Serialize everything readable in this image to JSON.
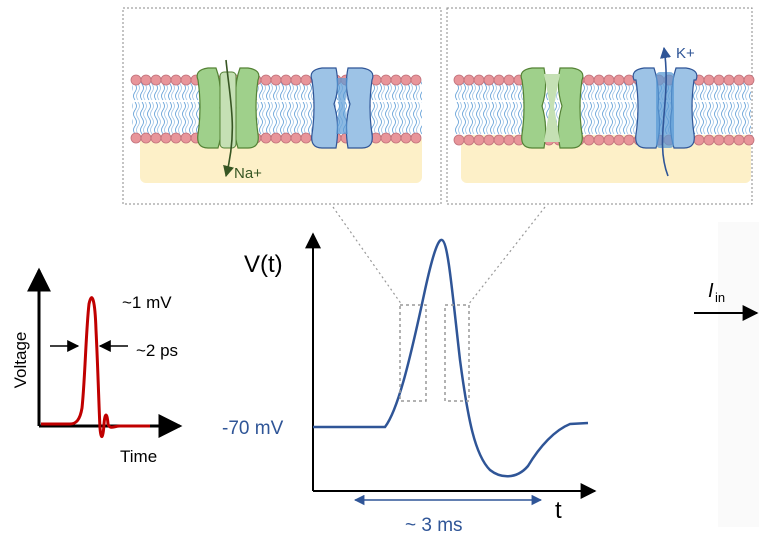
{
  "small_plot": {
    "ylabel": "Voltage",
    "xlabel": "Time",
    "amplitude_label": "~1 mV",
    "width_label": "~2 ps",
    "trace_color": "#c00000"
  },
  "main_plot": {
    "ylabel": "V(t)",
    "xlabel": "t",
    "rest_label": "-70 mV",
    "duration_label": "~ 3 ms",
    "trace_color": "#2f5597"
  },
  "membrane_left": {
    "ion_label": "Na+",
    "ion_color": "#375623"
  },
  "membrane_right": {
    "ion_label": "K+",
    "ion_color": "#2f5597"
  },
  "input_current": {
    "symbol": "I",
    "subscript": "in"
  },
  "colors": {
    "channel_green": "#9fd08b",
    "channel_blue": "#9dc3e6",
    "lipid_head": "#e8959a",
    "cytoplasm": "#fdf0c8",
    "lipid_tail": "#5b9bd5"
  }
}
